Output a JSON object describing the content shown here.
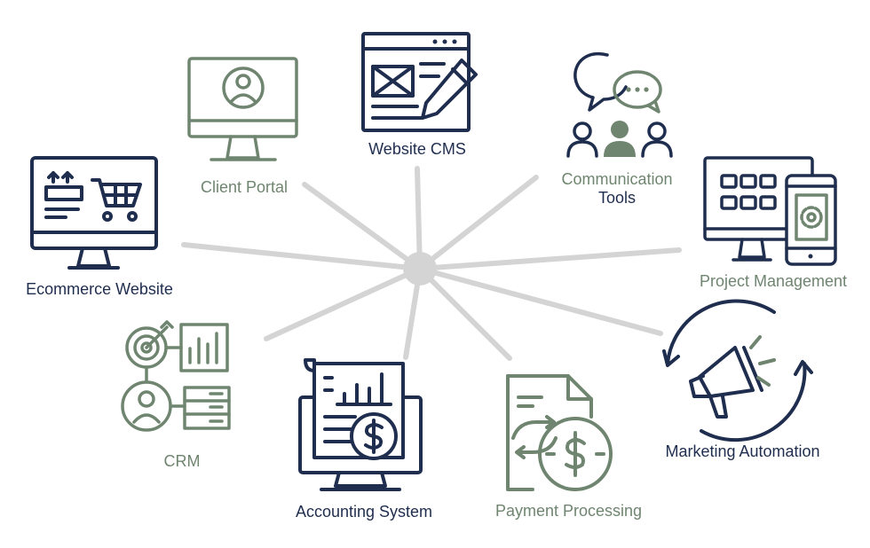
{
  "colors": {
    "navy": "#1f2d4e",
    "sage": "#6f8570",
    "spoke": "#d4d4d4"
  },
  "diagram": {
    "hub": "central-hub",
    "nodes": [
      {
        "key": "website_cms",
        "label": "Website CMS",
        "color": "navy",
        "icon": "browser-pencil-icon"
      },
      {
        "key": "client_portal",
        "label": "Client Portal",
        "color": "sage",
        "icon": "monitor-user-icon"
      },
      {
        "key": "communication_tools",
        "label_line1": "Communication",
        "label_line2": "Tools",
        "color": "sage",
        "icon": "chat-people-icon"
      },
      {
        "key": "ecommerce_website",
        "label": "Ecommerce Website",
        "color": "navy",
        "icon": "monitor-cart-icon"
      },
      {
        "key": "project_management",
        "label": "Project Management",
        "color": "sage",
        "icon": "monitor-phone-gear-icon"
      },
      {
        "key": "crm",
        "label": "CRM",
        "color": "sage",
        "icon": "target-chart-user-icon"
      },
      {
        "key": "marketing_automation",
        "label": "Marketing Automation",
        "color": "navy",
        "icon": "megaphone-cycle-icon"
      },
      {
        "key": "accounting_system",
        "label": "Accounting System",
        "color": "navy",
        "icon": "monitor-invoice-dollar-icon"
      },
      {
        "key": "payment_processing",
        "label": "Payment Processing",
        "color": "sage",
        "icon": "document-dollar-icon"
      }
    ]
  }
}
